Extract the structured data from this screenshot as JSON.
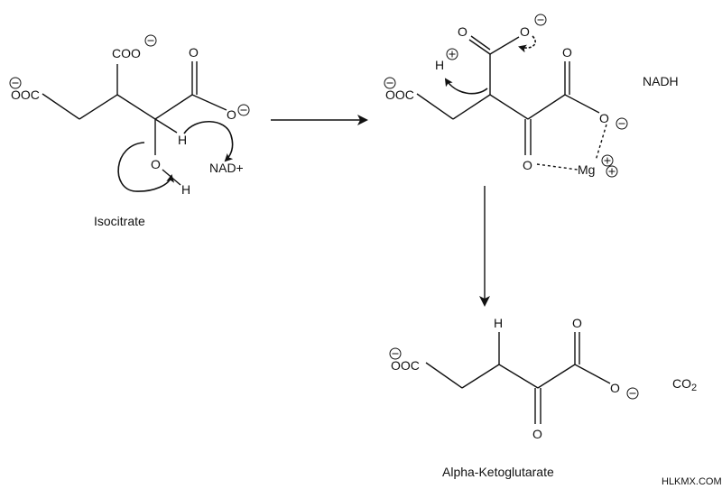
{
  "isocitrate": {
    "name": "Isocitrate",
    "ooc_left": "OOC",
    "coo_top": "COO",
    "o_top": "O",
    "o_minus": "O",
    "h_alpha": "H",
    "o_hydroxyl": "O",
    "h_hydroxyl": "H",
    "nad": "NAD+"
  },
  "intermediate": {
    "ooc_left": "OOC",
    "h_plus": "H",
    "o_top": "O",
    "o_top2": "O",
    "o_ketoacid": "O",
    "o_minus": "O",
    "o_carbonyl": "O",
    "mg": "Mg",
    "nadh": "NADH"
  },
  "product": {
    "name": "Alpha-Ketoglutarate",
    "ooc_left": "OOC",
    "h": "H",
    "o_top": "O",
    "o_minus": "O",
    "o_carbonyl": "O",
    "co2_main": "CO",
    "co2_sub": "2"
  },
  "watermark": "HLKMX.COM"
}
